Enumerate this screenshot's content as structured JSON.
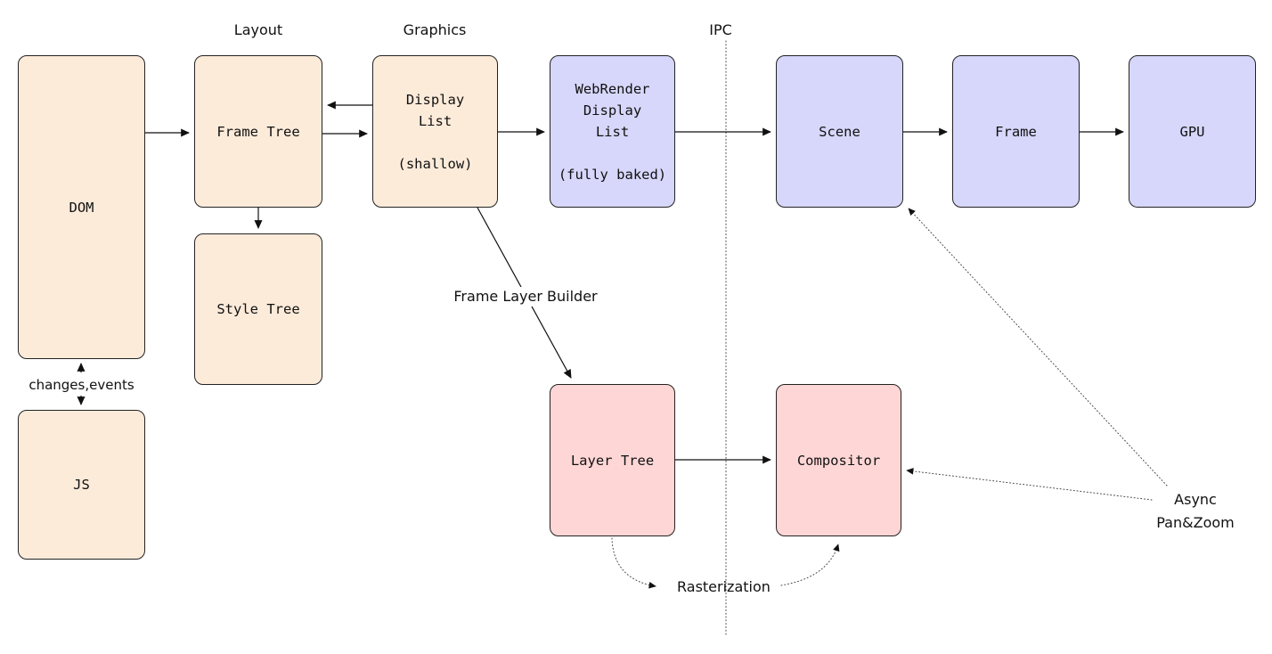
{
  "section_labels": {
    "layout": "Layout",
    "graphics": "Graphics",
    "ipc": "IPC"
  },
  "nodes": {
    "dom": {
      "label": "DOM"
    },
    "js": {
      "label": "JS"
    },
    "frame_tree": {
      "label": "Frame Tree"
    },
    "style_tree": {
      "label": "Style Tree"
    },
    "display_list": {
      "label": "Display\nList",
      "sublabel": "(shallow)"
    },
    "webrender_display_list": {
      "label": "WebRender\nDisplay\nList",
      "sublabel": "(fully baked)"
    },
    "scene": {
      "label": "Scene"
    },
    "frame": {
      "label": "Frame"
    },
    "gpu": {
      "label": "GPU"
    },
    "layer_tree": {
      "label": "Layer Tree"
    },
    "compositor": {
      "label": "Compositor"
    }
  },
  "edge_labels": {
    "changes_events": "changes,events",
    "frame_layer_builder": "Frame Layer Builder",
    "rasterization": "Rasterization",
    "async_pan_zoom": "Async\nPan&Zoom"
  },
  "colors": {
    "peach": "#fdebda",
    "purple": "#d6d7fa",
    "pink": "#ffd6d6",
    "border": "#222222"
  }
}
